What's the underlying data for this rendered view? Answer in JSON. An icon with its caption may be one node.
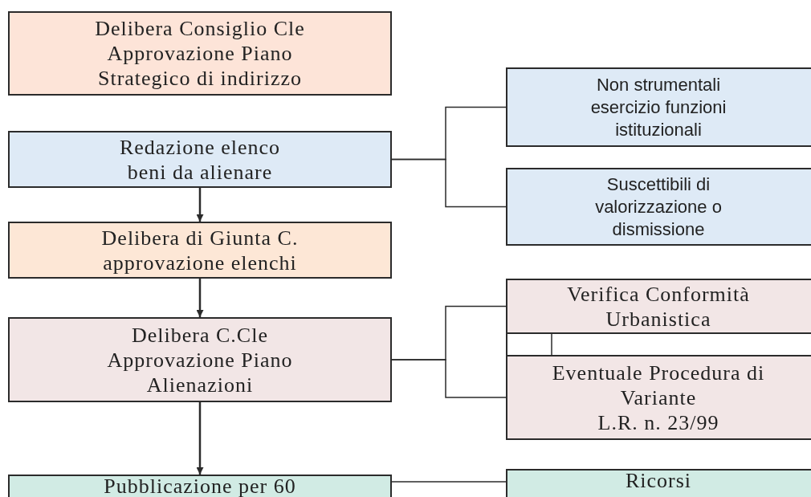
{
  "diagram": {
    "nodes": [
      {
        "text": [
          "Delibera Consiglio Cle Approvazione Piano Strategico di indirizzo"
        ]
      },
      {
        "text": [
          "Redazione elenco beni da alienare"
        ]
      },
      {
        "text": [
          "Delibera di Giunta C. approvazione elenchi"
        ]
      },
      {
        "text": [
          "Delibera C.Cle Approvazione Piano Alienazioni"
        ]
      },
      {
        "text": [
          "Pubblicazione per 60"
        ]
      },
      {
        "text": [
          "Non strumentali esercizio funzioni istituzionali"
        ]
      },
      {
        "text": [
          "Suscettibili di valorizzazione o dismissione"
        ]
      },
      {
        "text": [
          "Verifica Conformità Urbanistica"
        ]
      },
      {
        "text": [
          "Eventuale Procedura di Variante",
          "L.R. n. 23/99"
        ]
      },
      {
        "text": [
          "Ricorsi"
        ]
      }
    ],
    "edges": [
      {
        "from": 1,
        "to": 2,
        "arrow": "to"
      },
      {
        "from": 2,
        "to": 3,
        "arrow": "to"
      },
      {
        "from": 3,
        "to": 4,
        "arrow": "to"
      },
      {
        "from": 1,
        "to": 5,
        "arrow": "none"
      },
      {
        "from": 1,
        "to": 6,
        "arrow": "none"
      },
      {
        "from": 3,
        "to": 7,
        "arrow": "none"
      },
      {
        "from": 3,
        "to": 8,
        "arrow": "none"
      },
      {
        "from": 7,
        "to": 8,
        "arrow": "none"
      },
      {
        "from": 4,
        "to": 9,
        "arrow": "none"
      }
    ]
  }
}
